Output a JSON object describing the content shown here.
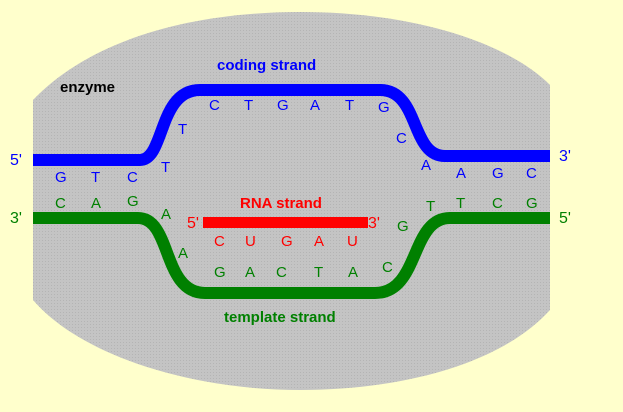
{
  "diagram": {
    "enzyme_label": "enzyme",
    "colors": {
      "background": "#ffffcc",
      "enzyme": "#c0c0c0",
      "coding": "#0000ff",
      "template": "#008000",
      "rna": "#ff0000",
      "enzyme_text": "#000000"
    },
    "coding_strand": {
      "label": "coding strand",
      "left_end": "5'",
      "right_end": "3'",
      "bases": [
        "G",
        "T",
        "C",
        "T",
        "T",
        "C",
        "T",
        "G",
        "A",
        "T",
        "G",
        "C",
        "A",
        "A",
        "G",
        "C"
      ]
    },
    "template_strand": {
      "label": "template strand",
      "left_end": "3'",
      "right_end": "5'",
      "bases": [
        "C",
        "A",
        "G",
        "A",
        "A",
        "G",
        "A",
        "C",
        "T",
        "A",
        "C",
        "G",
        "T",
        "T",
        "C",
        "G"
      ]
    },
    "rna_strand": {
      "label": "RNA strand",
      "left_end": "5'",
      "right_end": "3'",
      "bases": [
        "C",
        "U",
        "G",
        "A",
        "U"
      ]
    }
  }
}
